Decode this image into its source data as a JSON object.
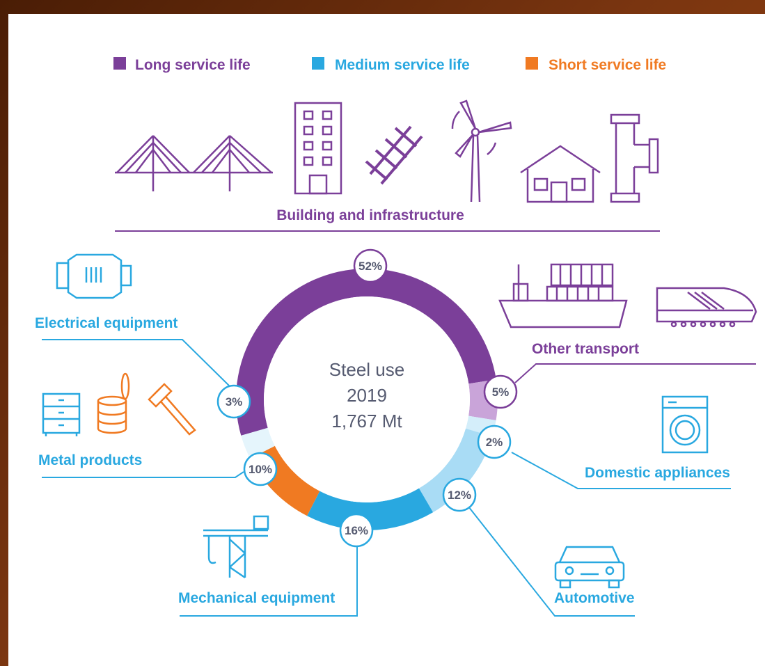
{
  "colors": {
    "long": "#7b3f99",
    "medium": "#29a8e0",
    "short": "#f07a22",
    "line_blue": "#29a8e0",
    "text_gray": "#555a70"
  },
  "legend": [
    {
      "label": "Long service life",
      "color": "#7b3f99"
    },
    {
      "label": "Medium service life",
      "color": "#29a8e0"
    },
    {
      "label": "Short service life",
      "color": "#f07a22"
    }
  ],
  "center": {
    "line1": "Steel use",
    "line2": "2019",
    "line3": "1,767 Mt"
  },
  "chart_data": {
    "type": "pie",
    "title": "Steel use 2019 1,767 Mt",
    "total": "1,767 Mt",
    "slices": [
      {
        "category": "Building and infrastructure",
        "value": 52,
        "label": "52%",
        "service_life": "Long service life",
        "color": "#7b3f99"
      },
      {
        "category": "Other transport",
        "value": 5,
        "label": "5%",
        "service_life": "Long service life",
        "color": "#c9a4d9"
      },
      {
        "category": "Domestic appliances",
        "value": 2,
        "label": "2%",
        "service_life": "Medium service life",
        "color": "#d4eefa"
      },
      {
        "category": "Automotive",
        "value": 12,
        "label": "12%",
        "service_life": "Medium service life",
        "color": "#a9dcf5"
      },
      {
        "category": "Mechanical equipment",
        "value": 16,
        "label": "16%",
        "service_life": "Medium service life",
        "color": "#29a8e0"
      },
      {
        "category": "Metal products",
        "value": 10,
        "label": "10%",
        "service_life": "Short service life",
        "color": "#f07a22"
      },
      {
        "category": "Electrical equipment",
        "value": 3,
        "label": "3%",
        "service_life": "Medium service life",
        "color": "#e5f5fc"
      }
    ]
  }
}
